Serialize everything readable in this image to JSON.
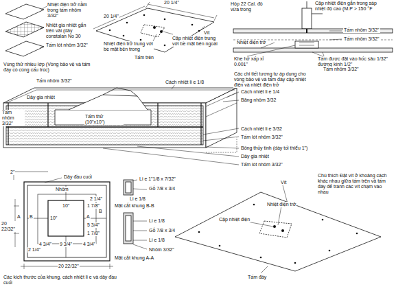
{
  "diagram": {
    "labels": [
      "Nhiệt điện trở nằm trong tấm nhôm 3/32\"",
      "Nhiệt gia nhiệt gắn trên vải (dây constalan No 30",
      "Tấm lót nhôm 3/32\"",
      "Vùng thử nhiều lớp (Vòng bảo vệ và tấm đáy có cùng cấu trúc)",
      "20 1/4\"",
      "20 1/4\"",
      "Vít",
      "Cặp nhiệt điện trung với bề mặt bên ngoài",
      "Nhiệt điện trở trung với bề mặt bên trong",
      "Tấm trên",
      "Hộp 22 Cal. độ vừa trong",
      "Cặp nhiệt điện gắn trong sáp nhiệt độ cao (M.P > 150 °F",
      "Tấm nhôm 3/32\"",
      "Tấm nhôm 3/32\"",
      "Khe hở xấp xỉ 0.001\"",
      "Nhiệt điện trở",
      "Tấm được đặt vào hốc sâu 1/32\" đường kính 1/2\"",
      "Tấm nhôm 3/32\"",
      "Các chi tiết tương tự áp dụng cho vòng bảo vệ và tấm đáy cặp nhiệt điện và nhiệt điện trở",
      "Tấm nhôm 3/32\"",
      "Dây gia nhiệt",
      "Tấm nhôm 3/32\"",
      "Cách nhiệt li e 1/8",
      "Cách nhiệt li e 1/4",
      "Băng nhôm 3/32",
      "Tấm thử (10\"x10\")",
      "Cách nhiệt li e 3/32",
      "Tấm lót nhôm 3/32\"",
      "Bông thủy tinh (dày tối thiểu 1\")",
      "Dây gia nhiệt",
      "Tấm lót nhôm 3/32\"",
      "2\"",
      "Dây đầu cuối",
      "Nhôm",
      "A",
      "B",
      "B",
      "A",
      "10\"",
      "10\"",
      "2 1/4\"",
      "1 7/8\"",
      "1 7/8\"",
      "5 3/4\"",
      "20 22/32\"",
      "2 1/4\"",
      "4 3/4\"",
      "9 3/4\"",
      "4 3/4\"",
      "20 22/32\"",
      "Các kích thước của khung, cách nhiệt li e và dây đầu cuối",
      "Li e 1\"1/8 x 7/32\"",
      "Gỗ 7/8 x 3/4",
      "Li e 1/8",
      "Mặt cắt khung B-B",
      "Li e 1/8",
      "Gỗ 7/8 x 3/4",
      "Li e 1/8",
      "Nhôm 3/32\"",
      "Mặt cắt khung A-A",
      "Vít",
      "Nhiệt điện trở",
      "Cặp nhiệt điện",
      "Chú thích Đặt vít ở khoảng cách khác nhau giữa tấm trên và tấm đáy để tránh các vít chạm vào nhau",
      "Tấm đáy"
    ]
  }
}
